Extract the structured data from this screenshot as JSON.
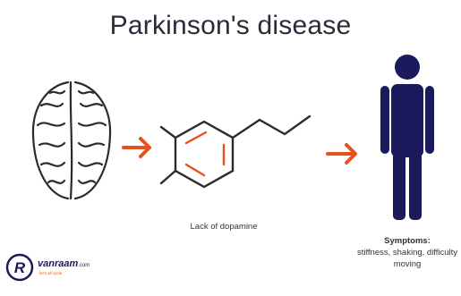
{
  "title": "Parkinson's disease",
  "captions": {
    "dopamine": "Lack of dopamine",
    "symptoms_heading": "Symptoms:",
    "symptoms_line1": "stiffness, shaking, difficulty",
    "symptoms_line2": "moving"
  },
  "logo": {
    "mark": "R",
    "name": "vanraam",
    "domain": ".com",
    "tagline": "let's all cycle"
  },
  "colors": {
    "arrow": "#e8501e",
    "figure": "#1b1a5c",
    "molecule": "#2b2b2b",
    "double_bond": "#e8501e"
  }
}
